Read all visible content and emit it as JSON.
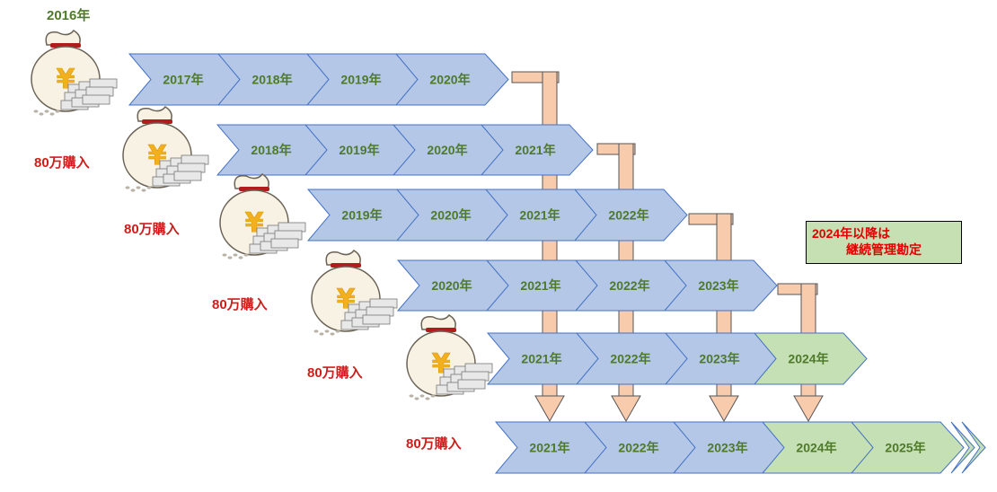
{
  "start_year": "2016年",
  "purchase_label": "80万購入",
  "colors": {
    "blue_chevron": "#b4c7e7",
    "green_chevron": "#c5e0b4",
    "connector": "#f8cbad",
    "year_text": "#4e7a2a",
    "purchase_text": "#d11c1c"
  },
  "icons": [
    "yen-money-bag-icon",
    "banknote-stack-icon",
    "coin-pile-icon"
  ],
  "rows": [
    {
      "chevrons": [
        {
          "label": "2017年",
          "phase": "held"
        },
        {
          "label": "2018年",
          "phase": "held"
        },
        {
          "label": "2019年",
          "phase": "held"
        },
        {
          "label": "2020年",
          "phase": "held"
        }
      ]
    },
    {
      "chevrons": [
        {
          "label": "2018年",
          "phase": "held"
        },
        {
          "label": "2019年",
          "phase": "held"
        },
        {
          "label": "2020年",
          "phase": "held"
        },
        {
          "label": "2021年",
          "phase": "held"
        }
      ]
    },
    {
      "chevrons": [
        {
          "label": "2019年",
          "phase": "held"
        },
        {
          "label": "2020年",
          "phase": "held"
        },
        {
          "label": "2021年",
          "phase": "held"
        },
        {
          "label": "2022年",
          "phase": "held"
        }
      ]
    },
    {
      "chevrons": [
        {
          "label": "2020年",
          "phase": "held"
        },
        {
          "label": "2021年",
          "phase": "held"
        },
        {
          "label": "2022年",
          "phase": "held"
        },
        {
          "label": "2023年",
          "phase": "held"
        }
      ]
    },
    {
      "chevrons": [
        {
          "label": "2021年",
          "phase": "held"
        },
        {
          "label": "2022年",
          "phase": "held"
        },
        {
          "label": "2023年",
          "phase": "held"
        },
        {
          "label": "2024年",
          "phase": "continued"
        }
      ]
    },
    {
      "chevrons": [
        {
          "label": "2021年",
          "phase": "held"
        },
        {
          "label": "2022年",
          "phase": "held"
        },
        {
          "label": "2023年",
          "phase": "held"
        },
        {
          "label": "2024年",
          "phase": "continued"
        },
        {
          "label": "2025年",
          "phase": "continued"
        }
      ]
    }
  ],
  "note": {
    "line1": "2024年以降は",
    "line2": "継続管理勘定"
  }
}
